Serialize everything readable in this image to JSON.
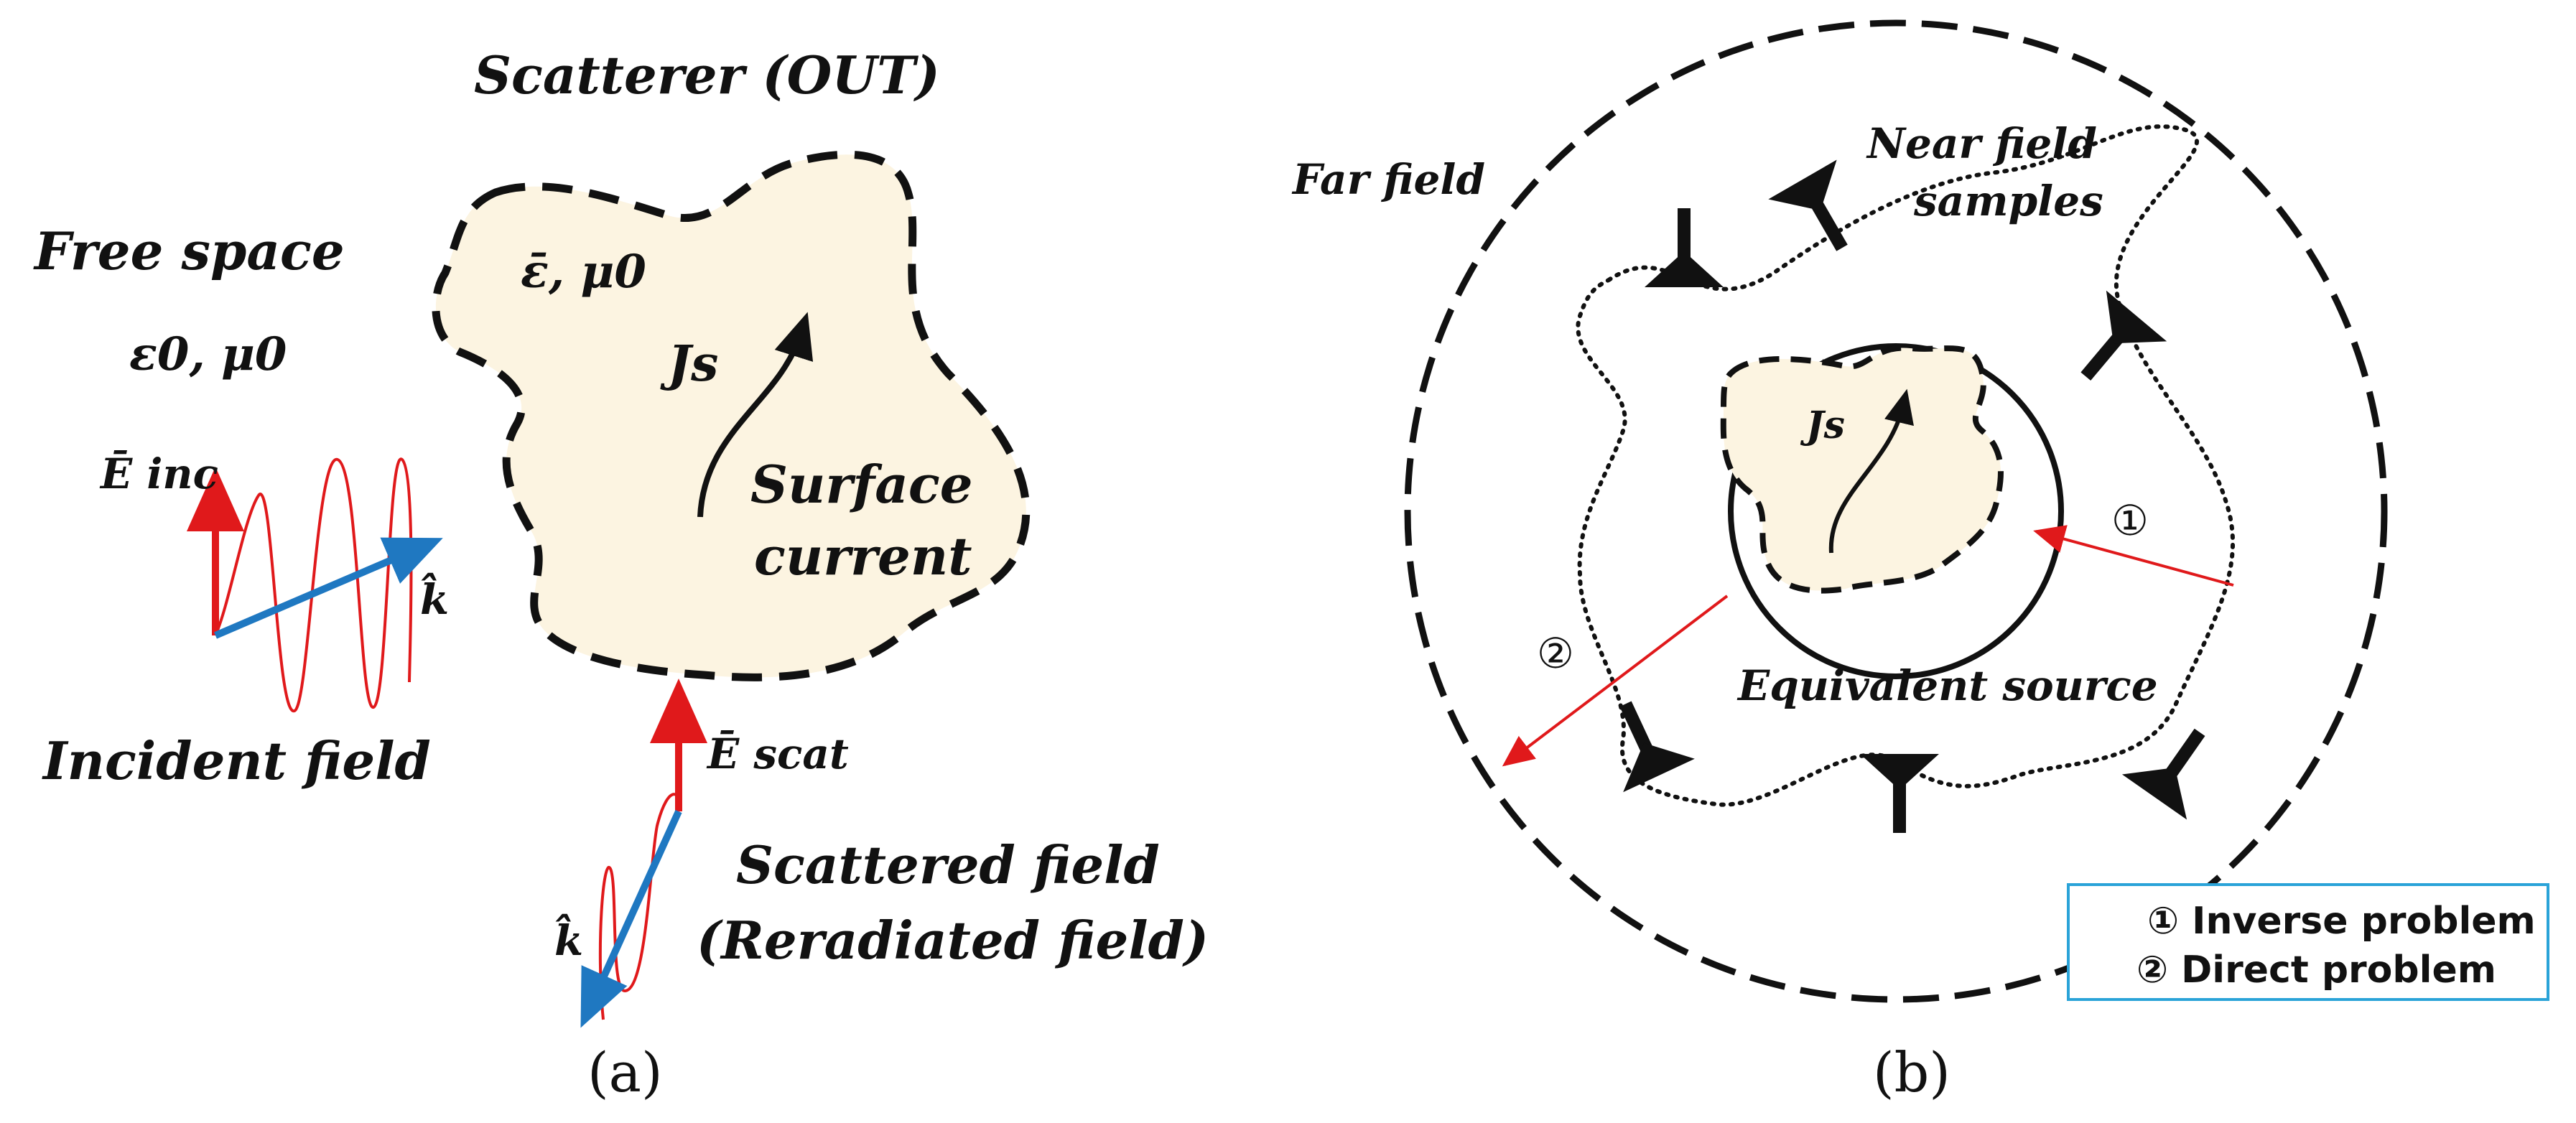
{
  "panel_a": {
    "caption": "(a)",
    "scatterer_title": "Scatterer (OUT)",
    "scatterer_medium": "ε̄, μ0",
    "free_space_title": "Free space",
    "free_space_params": "ε0, μ0",
    "current_symbol": "Js",
    "surface_current_line1": "Surface",
    "surface_current_line2": "current",
    "incident_field_label": "Ē inc",
    "incident_k_label": "k̂",
    "incident_field_caption": "Incident field",
    "scattered_field_label": "Ē scat",
    "scattered_k_label": "k̂",
    "scattered_field_line1": "Scattered field",
    "scattered_field_line2": "(Reradiated field)"
  },
  "panel_b": {
    "caption": "(b)",
    "far_field_label": "Far field",
    "near_field_line1": "Near field",
    "near_field_line2": "samples",
    "current_symbol": "Js",
    "equivalent_source_label": "Equivalent source",
    "marker_1": "①",
    "marker_2": "②",
    "legend_line1": "① Inverse problem",
    "legend_line2": "② Direct problem"
  },
  "colors": {
    "fill": "#fcf4e1",
    "wave": "#e0191b",
    "k_vector": "#1f78c1",
    "legend_border": "#2aa3d8"
  }
}
